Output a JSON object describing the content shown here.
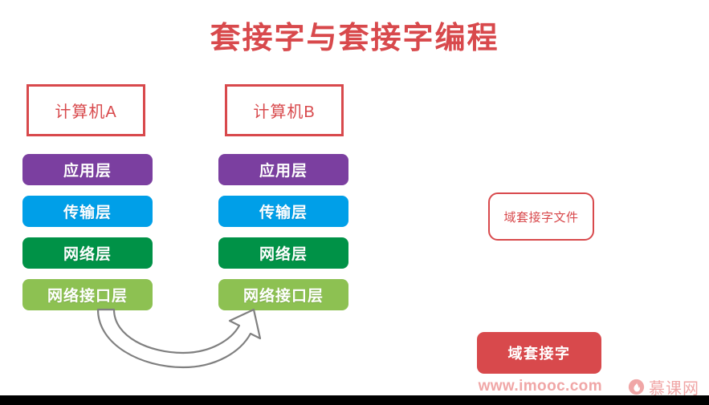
{
  "slide": {
    "title": "套接字与套接字编程",
    "title_color": "#d8494c",
    "background_color": "#ffffff"
  },
  "computers": [
    {
      "name": "计算机A",
      "border_color": "#d8494c",
      "layers": [
        {
          "label": "应用层",
          "color": "#7b3fa0"
        },
        {
          "label": "传输层",
          "color": "#009fe8"
        },
        {
          "label": "网络层",
          "color": "#009247"
        },
        {
          "label": "网络接口层",
          "color": "#8dc152"
        }
      ]
    },
    {
      "name": "计算机B",
      "border_color": "#d8494c",
      "layers": [
        {
          "label": "应用层",
          "color": "#7b3fa0"
        },
        {
          "label": "传输层",
          "color": "#009fe8"
        },
        {
          "label": "网络层",
          "color": "#009247"
        },
        {
          "label": "网络接口层",
          "color": "#8dc152"
        }
      ]
    }
  ],
  "annotations": {
    "domain_socket_file": {
      "label": "域套接字文件",
      "color": "#d8494c"
    },
    "domain_socket_button": {
      "label": "域套接字",
      "background_color": "#d8494c",
      "text_color": "#ffffff"
    }
  },
  "arrow": {
    "name": "curved-connection-arrow",
    "color": "#808080"
  },
  "footer": {
    "url": "www.imooc.com",
    "brand": "慕课网",
    "color": "#f0a6a6",
    "bar_color": "#000000"
  }
}
